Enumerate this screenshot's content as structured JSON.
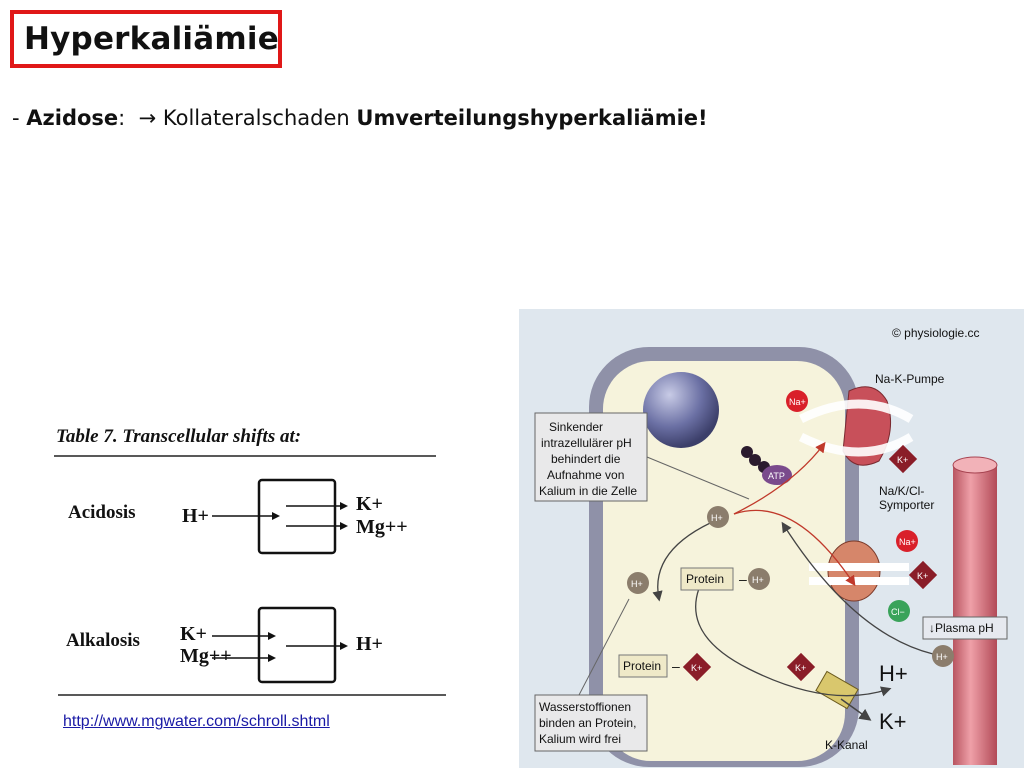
{
  "title": "Hyperkaliämie",
  "bullet": {
    "dash": "-",
    "term": "Azidose",
    "colon": ":",
    "arrow": "→",
    "text": "Kollateralschaden",
    "emphasis": "Umverteilungshyperkaliämie!"
  },
  "table": {
    "title": "Table 7.  Transcellular shifts at:",
    "rows": [
      {
        "label": "Acidosis",
        "in": [
          "H+"
        ],
        "out": [
          "K+",
          "Mg++"
        ]
      },
      {
        "label": "Alkalosis",
        "in": [
          "K+",
          "Mg++"
        ],
        "out": [
          "H+"
        ]
      }
    ]
  },
  "link": "http://www.mgwater.com/schroll.shtml",
  "diagram": {
    "copyright": "© physiologie.cc",
    "labels": {
      "pump": "Na-K-Pumpe",
      "symporter_1": "Na/K/Cl-",
      "symporter_2": "Symporter",
      "plasma_ph": "↓Plasma pH",
      "k_channel": "K-Kanal",
      "protein": "Protein",
      "atp": "ATP"
    },
    "ions": {
      "na": "Na+",
      "k": "K+",
      "h": "H+",
      "cl": "Cl−"
    },
    "callout_1": [
      "Sinkender",
      "intrazellulärer pH",
      "behindert die",
      "Aufnahme von",
      "Kalium in die Zelle"
    ],
    "callout_2": [
      "Wasserstoffionen",
      "binden an Protein,",
      "Kalium wird frei"
    ],
    "colors": {
      "cell_fill": "#f6f3dc",
      "membrane": "#6b6e8a",
      "vessel": "#d87b85",
      "na_ion": "#d9202a",
      "k_ion": "#8a1d28",
      "h_ion": "#8b7d6c",
      "cl_ion": "#3aa35a"
    }
  }
}
